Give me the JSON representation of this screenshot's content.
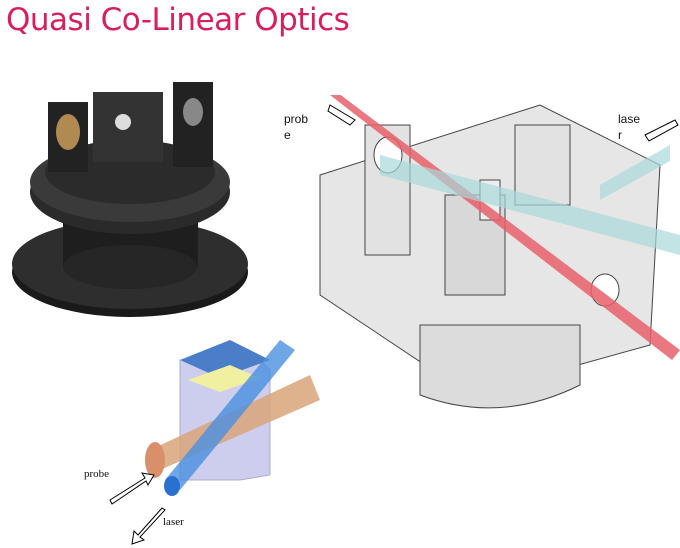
{
  "slide": {
    "title": "Quasi Co-Linear Optics",
    "title_color": "#d81e5b"
  },
  "cad_drawing": {
    "probe_label_line1": "prob",
    "probe_label_line2": "e",
    "laser_label_line1": "lase",
    "laser_label_line2": "r",
    "probe_beam_color": "#e8606a",
    "laser_beam_color": "#a8d8d8"
  },
  "cuvette_schematic": {
    "probe_label": "probe",
    "laser_label": "laser"
  }
}
